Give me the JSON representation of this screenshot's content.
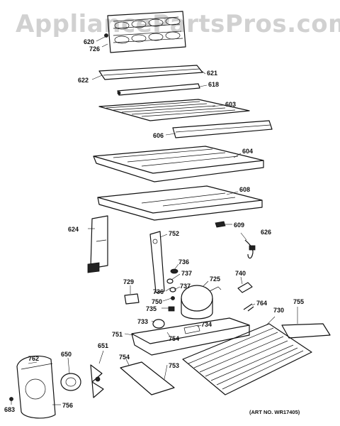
{
  "watermark": "AppliancePartsPros.com",
  "art_number": "(ART NO. WR17405)",
  "callouts": {
    "c620": "620",
    "c726": "726",
    "c622": "622",
    "c621": "621",
    "c618": "618",
    "c603": "603",
    "c606": "606",
    "c604": "604",
    "c608": "608",
    "c609": "609",
    "c624": "624",
    "c752": "752",
    "c626": "626",
    "c736a": "736",
    "c737a": "737",
    "c725": "725",
    "c740": "740",
    "c729": "729",
    "c737b": "737",
    "c736b": "736",
    "c750": "750",
    "c764": "764",
    "c730": "730",
    "c755": "755",
    "c735": "735",
    "c733": "733",
    "c754a": "754",
    "c734": "734",
    "c751": "751",
    "c651": "651",
    "c762": "762",
    "c650": "650",
    "c754b": "754",
    "c753": "753",
    "c756": "756",
    "c683": "683"
  }
}
